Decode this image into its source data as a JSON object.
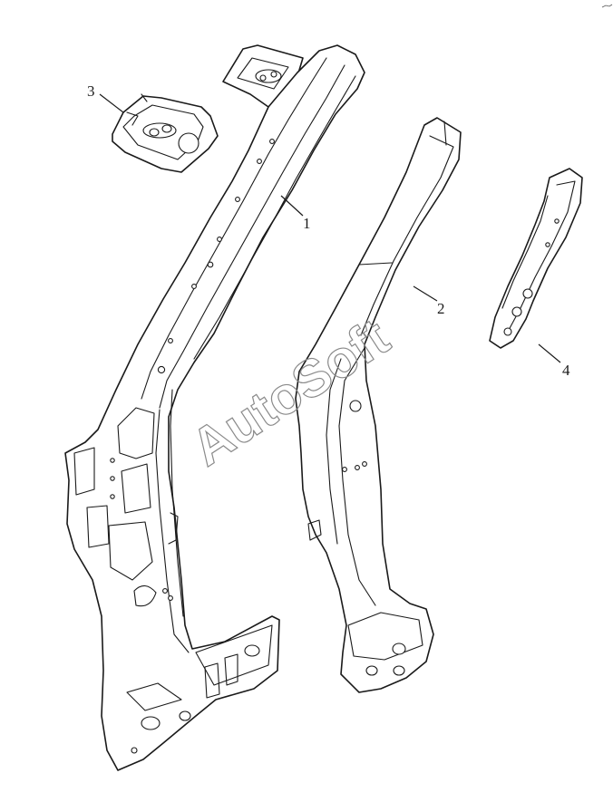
{
  "diagram": {
    "callouts": [
      {
        "id": "1",
        "label": "1"
      },
      {
        "id": "2",
        "label": "2"
      },
      {
        "id": "3",
        "label": "3"
      },
      {
        "id": "4",
        "label": "4"
      }
    ],
    "watermark": "AutoSoft",
    "colors": {
      "line": "#1a1a1a",
      "background": "#ffffff",
      "watermark": "#8a8a8a"
    }
  }
}
